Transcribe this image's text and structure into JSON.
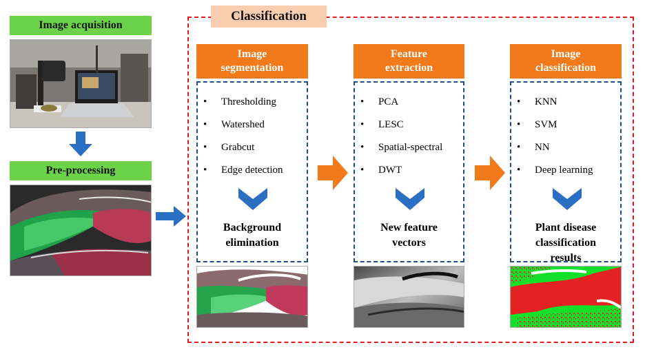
{
  "left_column": {
    "acquisition_label": "Image acquisition",
    "preprocessing_label": "Pre-processing"
  },
  "classification": {
    "title": "Classification",
    "steps": [
      {
        "header": [
          "Image",
          "segmentation"
        ],
        "methods": [
          "Thresholding",
          "Watershed",
          "Grabcut",
          "Edge detection"
        ],
        "result": [
          "Background",
          "elimination"
        ]
      },
      {
        "header": [
          "Feature",
          "extraction"
        ],
        "methods": [
          "PCA",
          "LESC",
          "Spatial-spectral",
          "DWT"
        ],
        "result": [
          "New feature",
          "vectors"
        ]
      },
      {
        "header": [
          "Image",
          "classification"
        ],
        "methods": [
          "KNN",
          "SVM",
          "NN",
          "Deep learning"
        ],
        "result": [
          "Plant disease",
          "classification",
          "results"
        ]
      }
    ],
    "bullet": "•"
  },
  "colors": {
    "green_header": "#6cd24a",
    "orange_header": "#f27a1b",
    "classification_border": "#e0191c",
    "step_border": "#204e8a",
    "blue_arrow": "#2a6fc1",
    "orange_arrow": "#f27a1b"
  }
}
